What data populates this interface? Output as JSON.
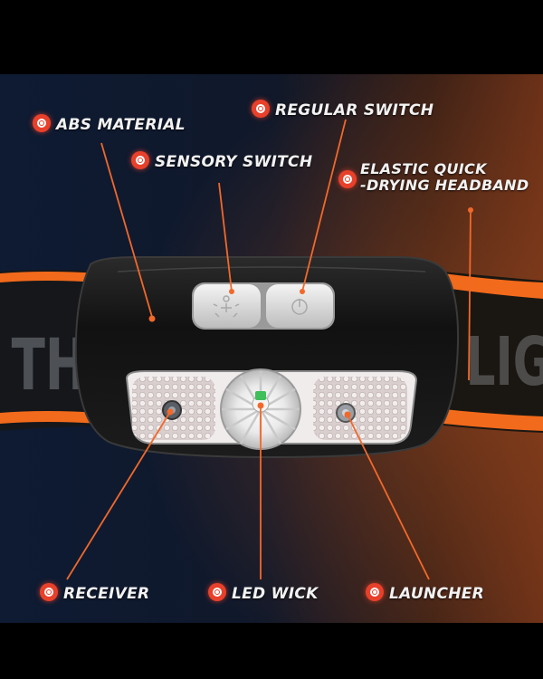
{
  "colors": {
    "band_orange": "#f26a1b",
    "leader_orange": "#f2682a",
    "bullet_red": "#e8402a",
    "housing_black": "#141414",
    "button_white": "#e6e6e6"
  },
  "icons": [
    "target-bullet-icon"
  ],
  "labels": {
    "abs_material": "ABS MATERIAL",
    "regular_switch": "REGULAR SWITCH",
    "sensory_switch": "SENSORY SWITCH",
    "elastic_headband": "ELASTIC QUICK\n-DRYING HEADBAND",
    "receiver": "RECEIVER",
    "led_wick": "LED WICK",
    "launcher": "LAUNCHER"
  }
}
